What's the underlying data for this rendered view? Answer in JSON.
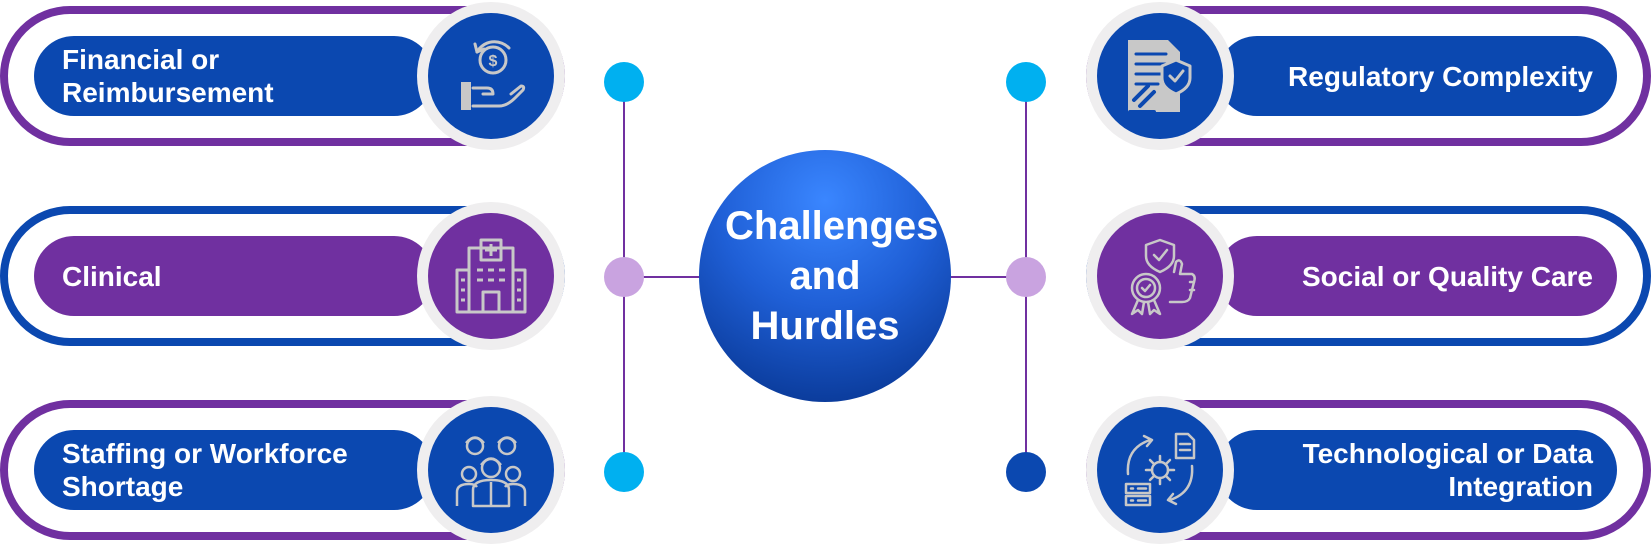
{
  "center_title": "Challenges and Hurdles",
  "colors": {
    "blue": "#0b48b0",
    "purple": "#7030a0",
    "cyan_dot": "#00b0f0",
    "lavender_dot": "#c9a3e0",
    "navy_dot": "#0b48b0",
    "icon_line": "#c8c8c8",
    "connector": "#7030a0"
  },
  "items": [
    {
      "side": "left",
      "label": "Financial or Reimbursement",
      "bar_color": "blue",
      "outer_color": "purple",
      "disc_color": "blue",
      "icon": "money-hand-icon"
    },
    {
      "side": "left",
      "label": "Clinical",
      "bar_color": "purple",
      "outer_color": "blue",
      "disc_color": "purple",
      "icon": "hospital-icon"
    },
    {
      "side": "left",
      "label": "Staffing or Workforce Shortage",
      "bar_color": "blue",
      "outer_color": "purple",
      "disc_color": "blue",
      "icon": "workforce-team-icon"
    },
    {
      "side": "right",
      "label": "Regulatory Complexity",
      "bar_color": "blue",
      "outer_color": "purple",
      "disc_color": "blue",
      "icon": "regulation-document-icon"
    },
    {
      "side": "right",
      "label": "Social or Quality Care",
      "bar_color": "purple",
      "outer_color": "blue",
      "disc_color": "purple",
      "icon": "quality-award-icon"
    },
    {
      "side": "right",
      "label": "Technological or Data Integration",
      "bar_color": "blue",
      "outer_color": "purple",
      "disc_color": "blue",
      "icon": "data-integration-icon"
    }
  ]
}
